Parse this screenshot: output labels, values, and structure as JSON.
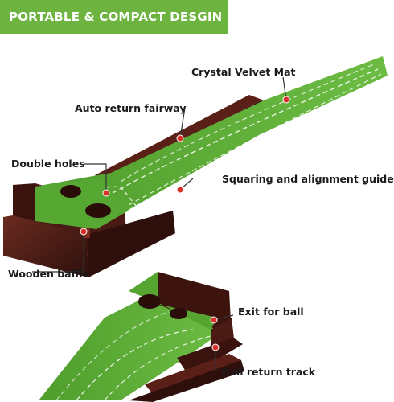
{
  "banner": {
    "text": "PORTABLE & COMPACT DESGIN",
    "color": "#6cb33f"
  },
  "labels": {
    "crystal_velvet_mat": "Crystal Velvet Mat",
    "auto_return_fairway": "Auto return fairway",
    "double_holes": "Double holes",
    "squaring_guides": "Squaring and alignment guides",
    "wooden_baffle": "Wooden baffle",
    "exit_for_ball": "Exit for ball",
    "ball_return_track": "Ball return track"
  },
  "colors": {
    "mat_green": "#5aa832",
    "wood": "#4a1c16",
    "leader_line": "#333333",
    "marker_dot": "#d8302a"
  }
}
